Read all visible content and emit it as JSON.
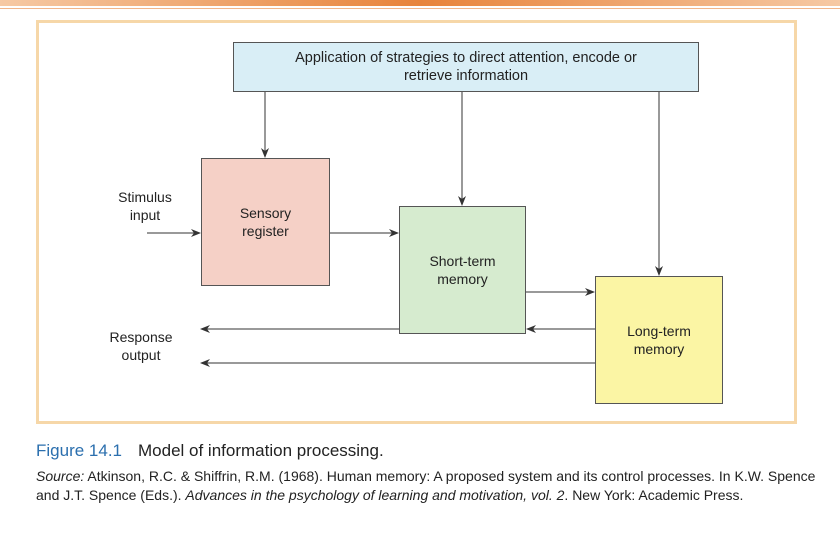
{
  "diagram": {
    "control_box": "Application of strategies to direct attention, encode or\nretrieve information",
    "sensory_register": "Sensory\nregister",
    "short_term_memory": "Short-term\nmemory",
    "long_term_memory": "Long-term\nmemory",
    "stimulus_input": "Stimulus\ninput",
    "response_output": "Response\noutput"
  },
  "caption": {
    "figure_number": "Figure 14.1",
    "figure_title": "Model of information processing.",
    "source_label": "Source:",
    "source_text_1": " Atkinson, R.C. & Shiffrin, R.M. (1968). Human memory: A proposed system and its control processes. In K.W. Spence and J.T. Spence (Eds.). ",
    "source_book": "Advances in the psychology of learning and motivation",
    "source_vol": ", vol. 2",
    "source_text_2": ". New York: Academic Press."
  }
}
